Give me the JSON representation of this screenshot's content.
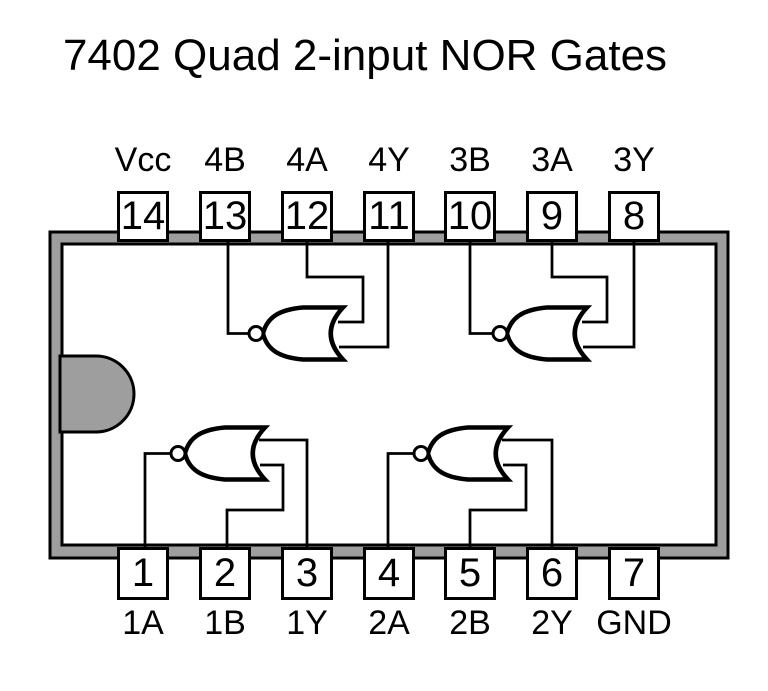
{
  "title": "7402 Quad 2-input NOR Gates",
  "colors": {
    "chip_band": "#9e9e9e",
    "chip_inner": "#ffffff",
    "line": "#000000",
    "background": "#ffffff"
  },
  "pins": {
    "top": [
      {
        "number": "14",
        "name": "Vcc"
      },
      {
        "number": "13",
        "name": "4B"
      },
      {
        "number": "12",
        "name": "4A"
      },
      {
        "number": "11",
        "name": "4Y"
      },
      {
        "number": "10",
        "name": "3B"
      },
      {
        "number": "9",
        "name": "3A"
      },
      {
        "number": "8",
        "name": "3Y"
      }
    ],
    "bottom": [
      {
        "number": "1",
        "name": "1A"
      },
      {
        "number": "2",
        "name": "1B"
      },
      {
        "number": "3",
        "name": "1Y"
      },
      {
        "number": "4",
        "name": "2A"
      },
      {
        "number": "5",
        "name": "2B"
      },
      {
        "number": "6",
        "name": "2Y"
      },
      {
        "number": "7",
        "name": "GND"
      }
    ]
  },
  "gates": [
    {
      "id": "gate-1",
      "position": "bottom-left",
      "bubble_pin": "1",
      "other_pins": [
        "2",
        "3"
      ]
    },
    {
      "id": "gate-2",
      "position": "bottom-right",
      "bubble_pin": "4",
      "other_pins": [
        "5",
        "6"
      ]
    },
    {
      "id": "gate-3",
      "position": "top-right",
      "bubble_pin": "10",
      "other_pins": [
        "9",
        "8"
      ]
    },
    {
      "id": "gate-4",
      "position": "top-left",
      "bubble_pin": "13",
      "other_pins": [
        "12",
        "11"
      ]
    }
  ]
}
